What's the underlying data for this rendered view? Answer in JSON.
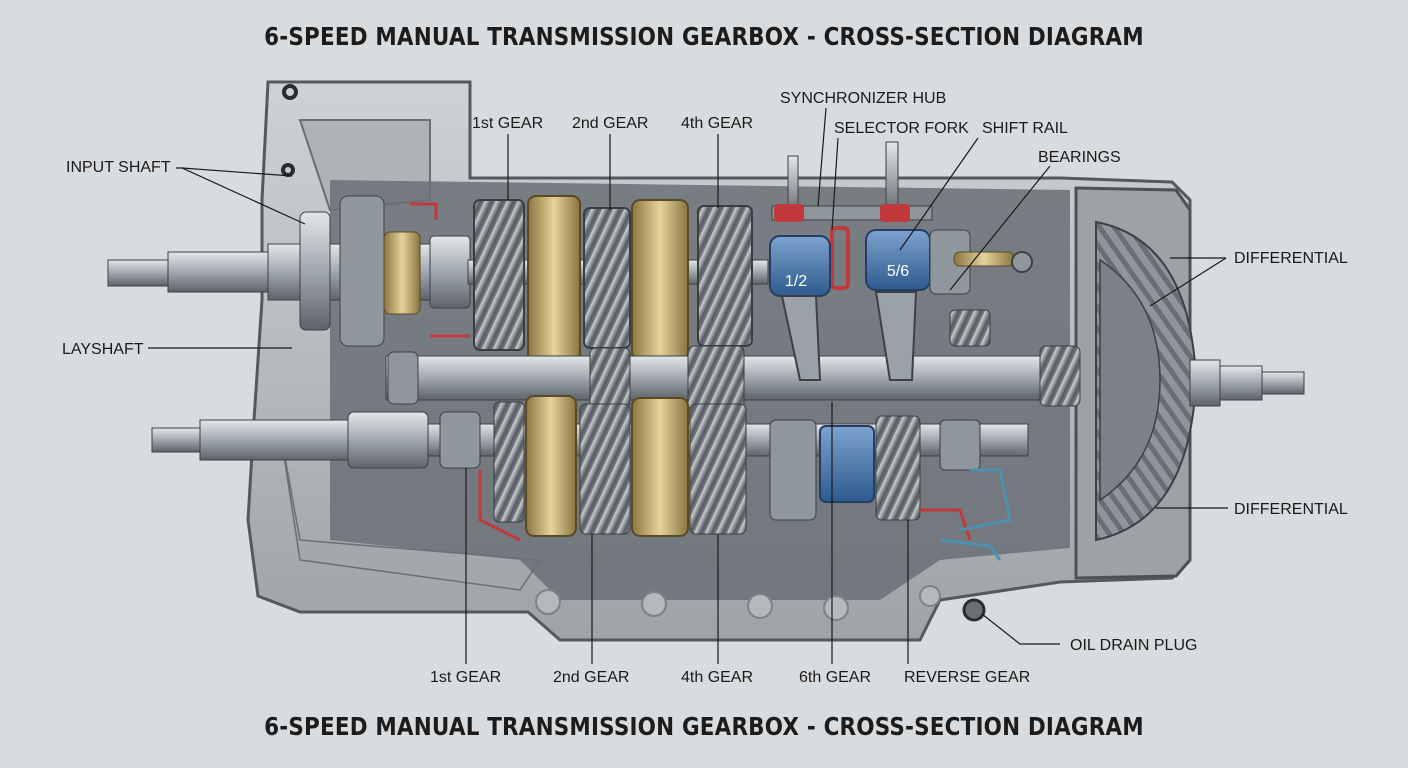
{
  "title_top": "6-SPEED MANUAL TRANSMISSION GEARBOX - CROSS-SECTION DIAGRAM",
  "title_bottom": "6-SPEED MANUAL TRANSMISSION GEARBOX - CROSS-SECTION DIAGRAM",
  "labels": {
    "input_shaft": "INPUT SHAFT",
    "layshaft": "LAYSHAFT",
    "gear1_top": "1st GEAR",
    "gear2_top": "2nd GEAR",
    "gear4_top": "4th GEAR",
    "synchronizer_hub": "SYNCHRONIZER HUB",
    "selector_fork": "SELECTOR FORK",
    "shift_rail": "SHIFT RAIL",
    "bearings": "BEARINGS",
    "differential_top": "DIFFERENTIAL",
    "differential_bottom": "DIFFERENTIAL",
    "oil_drain_plug": "OIL DRAIN PLUG",
    "gear1_bottom": "1st GEAR",
    "gear2_bottom": "2nd GEAR",
    "gear4_bottom": "4th GEAR",
    "gear6_bottom": "6th GEAR",
    "reverse_gear": "REVERSE GEAR"
  },
  "hub_marks": {
    "hub_1_2": "1/2",
    "hub_5_6": "5/6"
  },
  "colors": {
    "background": "#d9dcde",
    "housing": "#b9bdc1",
    "housing_dark": "#6f757a",
    "steel": "#9aa1a7",
    "brass": "#c9b37a",
    "synchro_blue": "#3f6fa8",
    "accent_red": "#c0393b",
    "oil_line": "#4f8fb0"
  }
}
